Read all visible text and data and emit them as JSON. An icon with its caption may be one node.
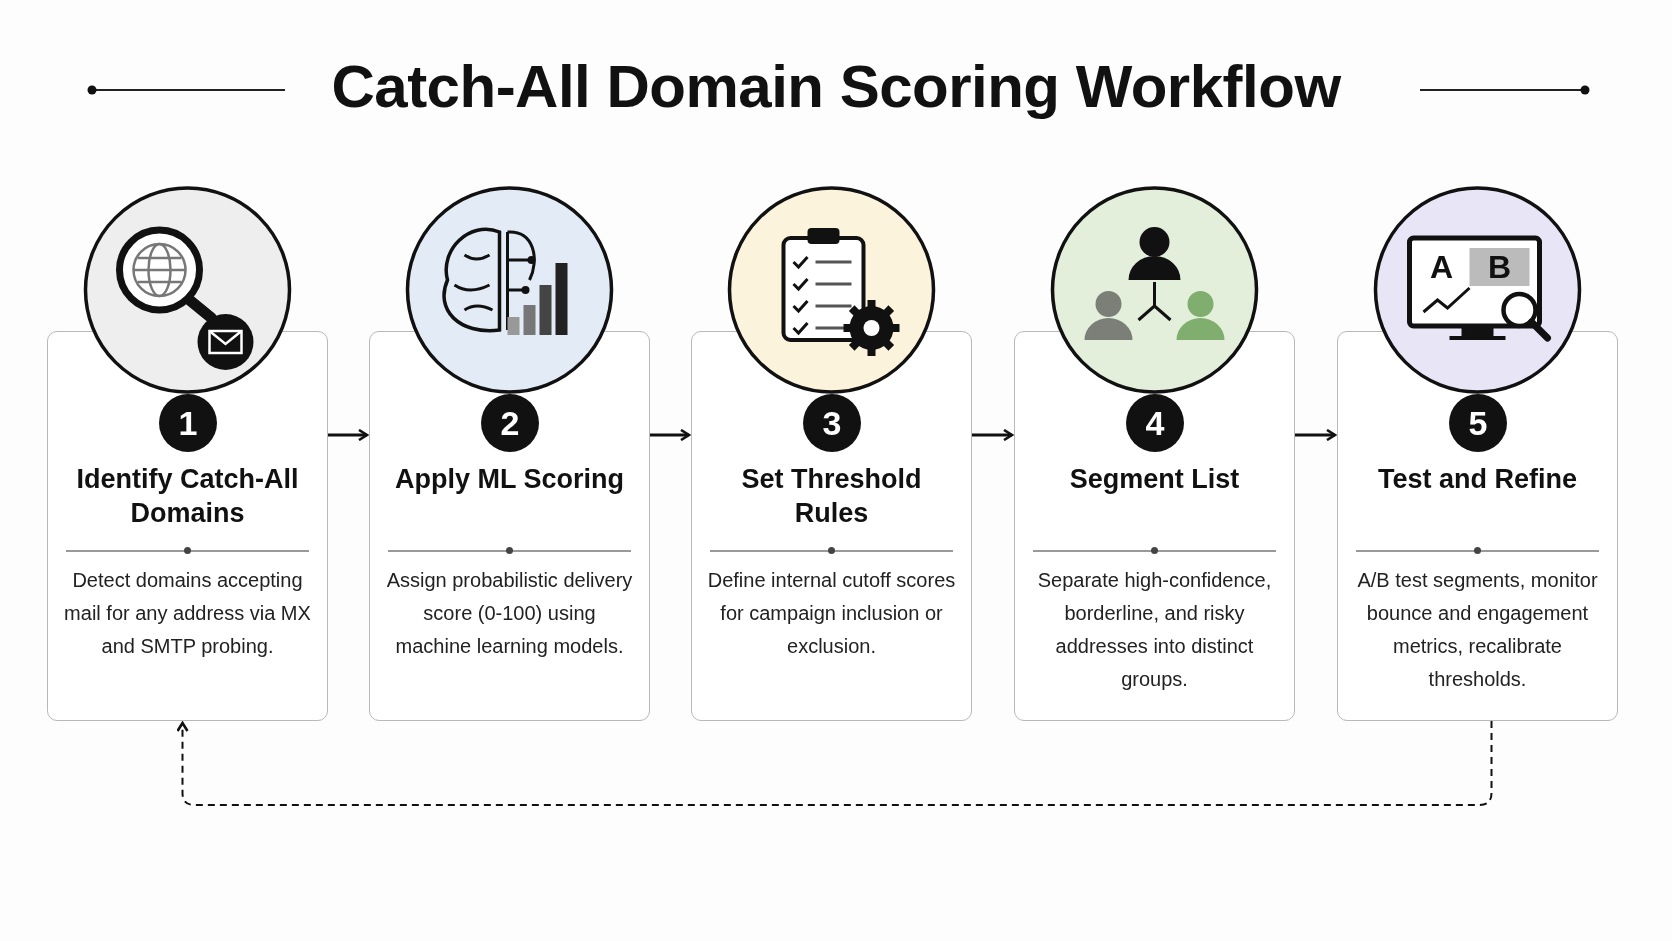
{
  "diagram": {
    "title": "Catch-All Domain Scoring Workflow",
    "nodes": [
      {
        "text": [
          "Identify Catch-All Domains",
          "Detect domains accepting mail for any address via MX and SMTP probing."
        ]
      },
      {
        "text": [
          "1"
        ],
        "in": 0
      },
      {
        "text": [
          "Apply ML Scoring",
          "Assign probabilistic delivery score (0-100) using machine learning models."
        ]
      },
      {
        "text": [
          "2"
        ],
        "in": 2
      },
      {
        "text": [
          "Set Threshold Rules",
          "Define internal cutoff scores for campaign inclusion or exclusion."
        ]
      },
      {
        "text": [
          "3"
        ],
        "in": 4
      },
      {
        "text": [
          "Segment List",
          "Separate high-confidence, borderline, and risky addresses into distinct groups."
        ]
      },
      {
        "text": [
          "4"
        ],
        "in": 6
      },
      {
        "text": [
          "Test and Refine",
          "A/B test segments, monitor bounce and engagement metrics, recalibrate thresholds."
        ]
      },
      {
        "text": [
          "5"
        ],
        "in": 8
      }
    ],
    "edges": [
      {
        "from": 0,
        "to": 2,
        "arrow": "to"
      },
      {
        "from": 2,
        "to": 4,
        "arrow": "to"
      },
      {
        "from": 4,
        "to": 6,
        "arrow": "to"
      },
      {
        "from": 6,
        "to": 8,
        "arrow": "to"
      },
      {
        "from": 8,
        "to": 0,
        "arrow": "to",
        "style": "dashed"
      }
    ],
    "labels": [
      "A",
      "B"
    ]
  }
}
